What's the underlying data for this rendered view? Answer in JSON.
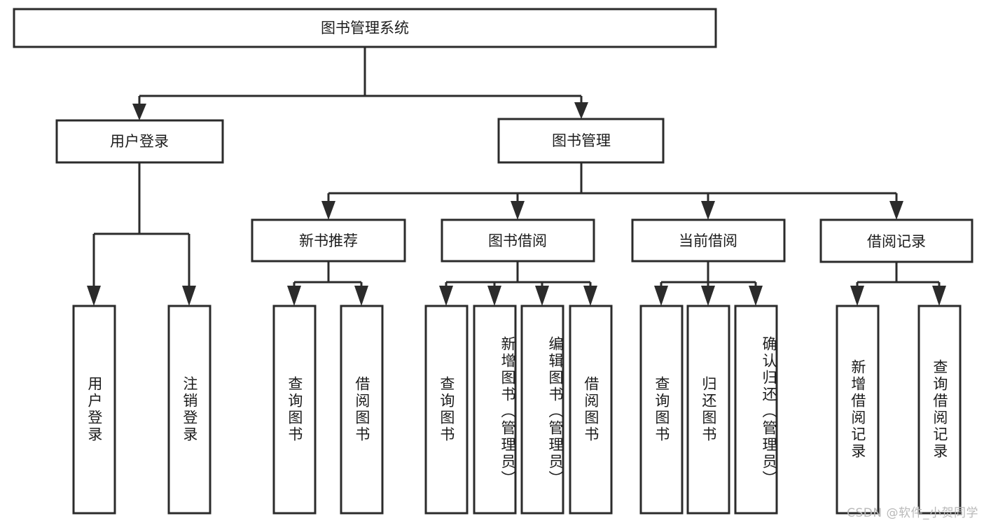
{
  "diagram": {
    "type": "tree-hierarchy-flowchart",
    "title": "图书管理系统",
    "orientation": "top-down",
    "colors": {
      "box_fill": "#ffffff",
      "box_stroke": "#2b2b2b",
      "text": "#1c1c1c",
      "background": "#ffffff",
      "watermark": "#b9b9b9"
    },
    "root": {
      "label": "图书管理系统"
    },
    "level2": [
      {
        "label": "用户登录"
      },
      {
        "label": "图书管理"
      }
    ],
    "level3": [
      {
        "label": "新书推荐"
      },
      {
        "label": "图书借阅"
      },
      {
        "label": "当前借阅"
      },
      {
        "label": "借阅记录"
      }
    ],
    "leaves": {
      "user_login": [
        {
          "label": "用户登录"
        },
        {
          "label": "注销登录"
        }
      ],
      "new_book_recommend": [
        {
          "label": "查询图书"
        },
        {
          "label": "借阅图书"
        }
      ],
      "book_borrow": [
        {
          "label": "查询图书"
        },
        {
          "label": "新增图书（管理员）"
        },
        {
          "label": "编辑图书（管理员）"
        },
        {
          "label": "借阅图书"
        }
      ],
      "current_borrow": [
        {
          "label": "查询图书"
        },
        {
          "label": "归还图书"
        },
        {
          "label": "确认归还（管理员）"
        }
      ],
      "borrow_record": [
        {
          "label": "新增借阅记录"
        },
        {
          "label": "查询借阅记录"
        }
      ]
    }
  },
  "watermark": {
    "text": "CSDN @软件_小贺同学"
  }
}
